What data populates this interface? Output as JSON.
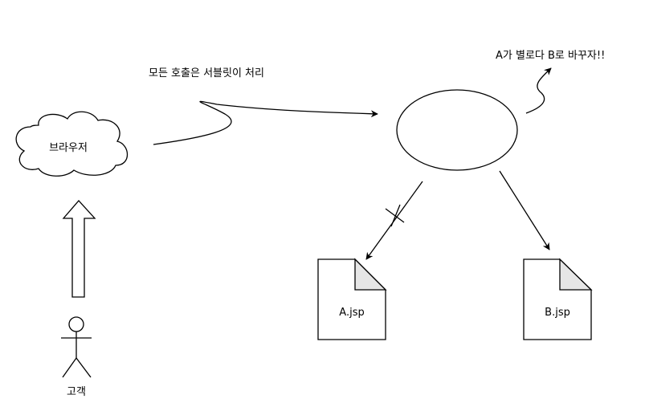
{
  "diagram": {
    "nodes": {
      "browser": {
        "label": "브라우저",
        "shape": "cloud"
      },
      "servlet": {
        "label": "",
        "shape": "ellipse"
      },
      "customer": {
        "label": "고객",
        "shape": "actor-stick-figure"
      },
      "a_jsp": {
        "label": "A.jsp",
        "shape": "document"
      },
      "b_jsp": {
        "label": "B.jsp",
        "shape": "document"
      }
    },
    "annotations": {
      "all_calls_servlet": "모든 호출은 서블릿이 처리",
      "switch_a_to_b": "A가 별로다 B로 바꾸자!!"
    },
    "edges": [
      {
        "from": "customer",
        "to": "browser",
        "style": "block-arrow"
      },
      {
        "from": "browser",
        "to": "servlet",
        "style": "curved-arrow"
      },
      {
        "from": "servlet",
        "to": "a_jsp",
        "style": "arrow-crossed-out"
      },
      {
        "from": "servlet",
        "to": "b_jsp",
        "style": "arrow"
      },
      {
        "from": "servlet",
        "to": "switch_a_to_b",
        "style": "curved-arrow"
      }
    ],
    "colors": {
      "stroke": "#000000",
      "fill": "#ffffff",
      "document_fold": "#e6e6e6"
    }
  }
}
